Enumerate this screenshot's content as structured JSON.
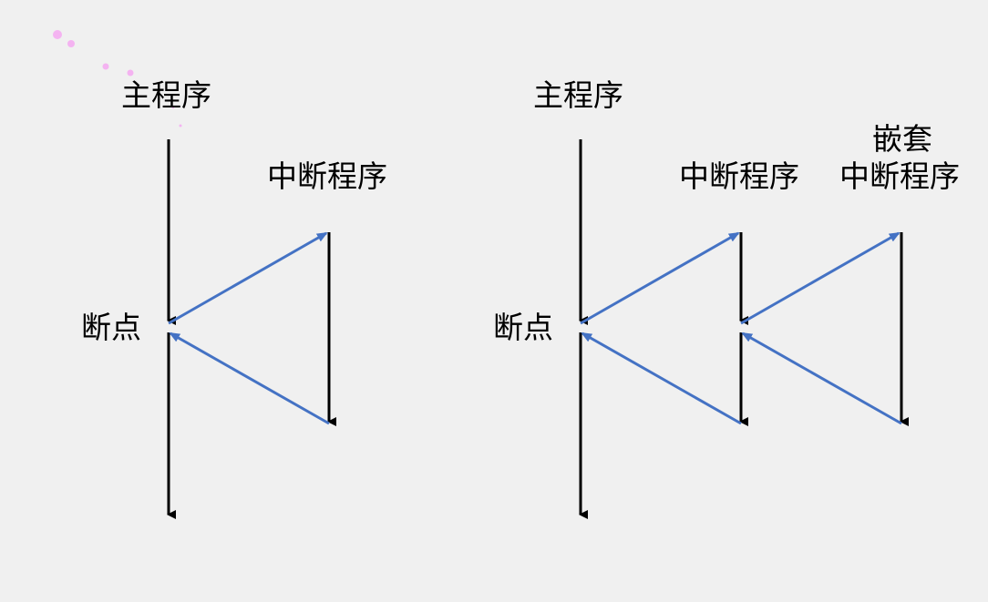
{
  "left_diagram": {
    "main_program": "主程序",
    "interrupt_program": "中断程序",
    "breakpoint": "断点"
  },
  "right_diagram": {
    "main_program": "主程序",
    "interrupt_program": "中断程序",
    "nested_line1": "嵌套",
    "nested_line2": "中断程序",
    "breakpoint": "断点"
  },
  "colors": {
    "background": "#f0f0f0",
    "flow_arrow": "#000000",
    "transfer_arrow": "#4472c4",
    "sparkle": "#f5a9f2"
  }
}
